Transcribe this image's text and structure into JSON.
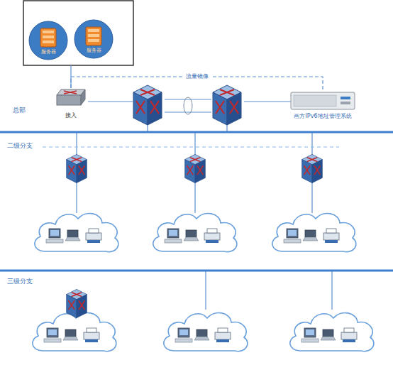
{
  "diagram": {
    "nodes": [
      {
        "text": [
          "服务器"
        ]
      },
      {
        "text": [
          "服务器"
        ]
      },
      {
        "text": [
          "接入"
        ]
      },
      {
        "text": [
          "画方IPv6地址管理系统"
        ]
      }
    ],
    "edges": [
      {
        "from": 2,
        "to": 3,
        "label": "流量镜像",
        "arrow": "none"
      }
    ],
    "labels": [
      "总部",
      "二级分支",
      "三级分支"
    ]
  }
}
